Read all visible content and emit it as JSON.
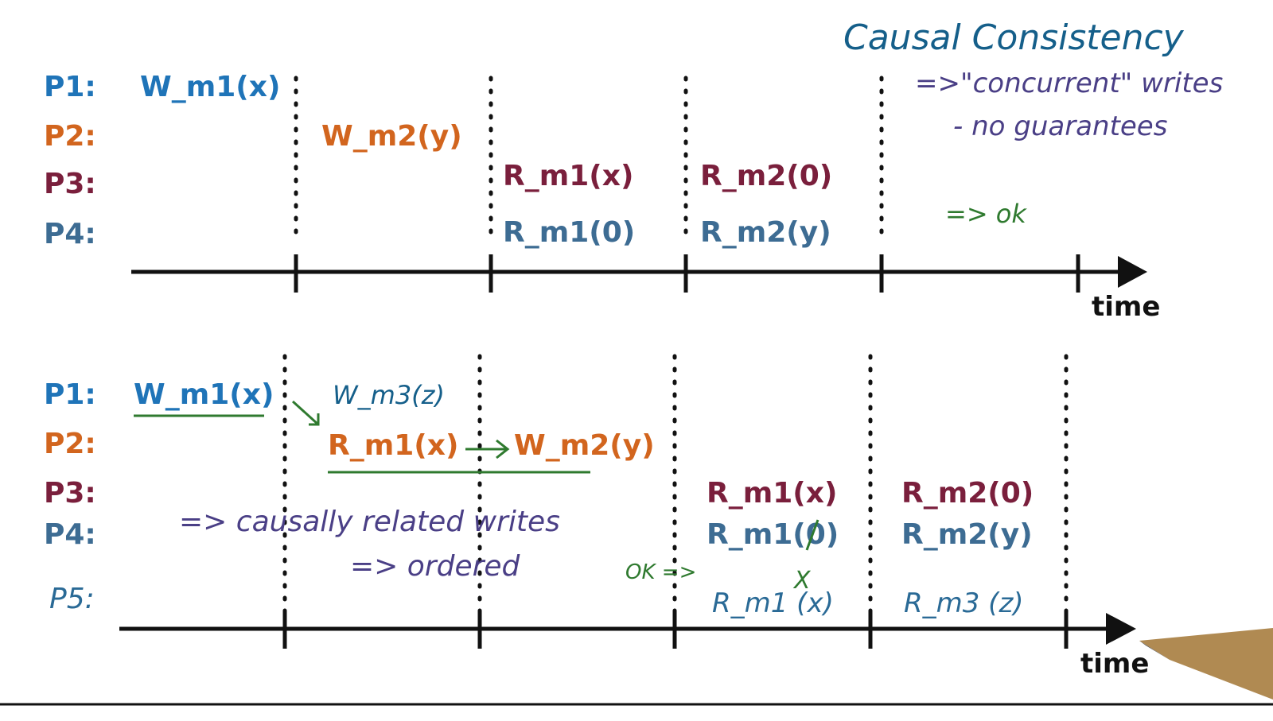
{
  "colors": {
    "p1": "#1f74b8",
    "p2": "#d2651e",
    "p3": "#7a1f3c",
    "p4": "#3d6c93",
    "p5": "#2a6a96",
    "hand_blue": "#155f8a",
    "hand_purple": "#4a3f86",
    "hand_green": "#2f7a2f",
    "axis": "#111111"
  },
  "title": "Causal Consistency",
  "top": {
    "labels": [
      "P1:",
      "P2:",
      "P3:",
      "P4:"
    ],
    "ops": {
      "p1_w": "W_m1(x)",
      "p2_w": "W_m2(y)",
      "p3_r1": "R_m1(x)",
      "p3_r2": "R_m2(0)",
      "p4_r1": "R_m1(0)",
      "p4_r2": "R_m2(y)"
    },
    "time_label": "time",
    "notes": {
      "concurrent": "=>\"concurrent\" writes",
      "no_guarantees": "- no guarantees",
      "ok": "=> ok"
    }
  },
  "bottom": {
    "labels": [
      "P1:",
      "P2:",
      "P3:",
      "P4:",
      "P5:"
    ],
    "ops": {
      "p1_w": "W_m1(x)",
      "p1_w3": "W_m3(z)",
      "p2_r": "R_m1(x)",
      "p2_w": "W_m2(y)",
      "p3_r1": "R_m1(x)",
      "p3_r2": "R_m2(0)",
      "p4_r1": "R_m1(0)",
      "p4_r2": "R_m2(y)",
      "p5_r1": "R_m1 (x)",
      "p5_r2": "R_m3 (z)"
    },
    "time_label": "time",
    "notes": {
      "causal": "=> causally related writes",
      "ordered": "=> ordered",
      "ok": "OK =>",
      "cross": "X"
    }
  }
}
